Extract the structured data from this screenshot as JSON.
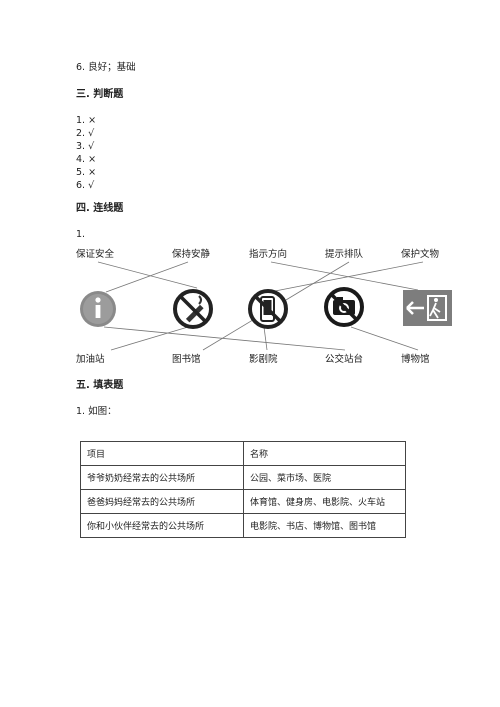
{
  "prev_line": "6. 良好；基础",
  "section3": {
    "title": "三. 判断题",
    "answers": [
      "1. ×",
      "2. √",
      "3. √",
      "4. ×",
      "5. ×",
      "6. √"
    ]
  },
  "section4": {
    "title": "四. 连线题",
    "item": "1.",
    "top_labels": [
      "保证安全",
      "保持安静",
      "指示方向",
      "提示排队",
      "保护文物"
    ],
    "bottom_labels": [
      "加油站",
      "图书馆",
      "影剧院",
      "公交站台",
      "博物馆"
    ],
    "icons": [
      "info-icon",
      "no-smoking-icon",
      "no-phone-icon",
      "no-camera-icon",
      "exit-sign-icon"
    ]
  },
  "section5": {
    "title": "五. 填表题",
    "item": "1. 如图：",
    "table": {
      "header": [
        "项目",
        "名称"
      ],
      "rows": [
        [
          "爷爷奶奶经常去的公共场所",
          "公园、菜市场、医院"
        ],
        [
          "爸爸妈妈经常去的公共场所",
          "体育馆、健身房、电影院、火车站"
        ],
        [
          "你和小伙伴经常去的公共场所",
          "电影院、书店、博物馆、图书馆"
        ]
      ]
    }
  }
}
